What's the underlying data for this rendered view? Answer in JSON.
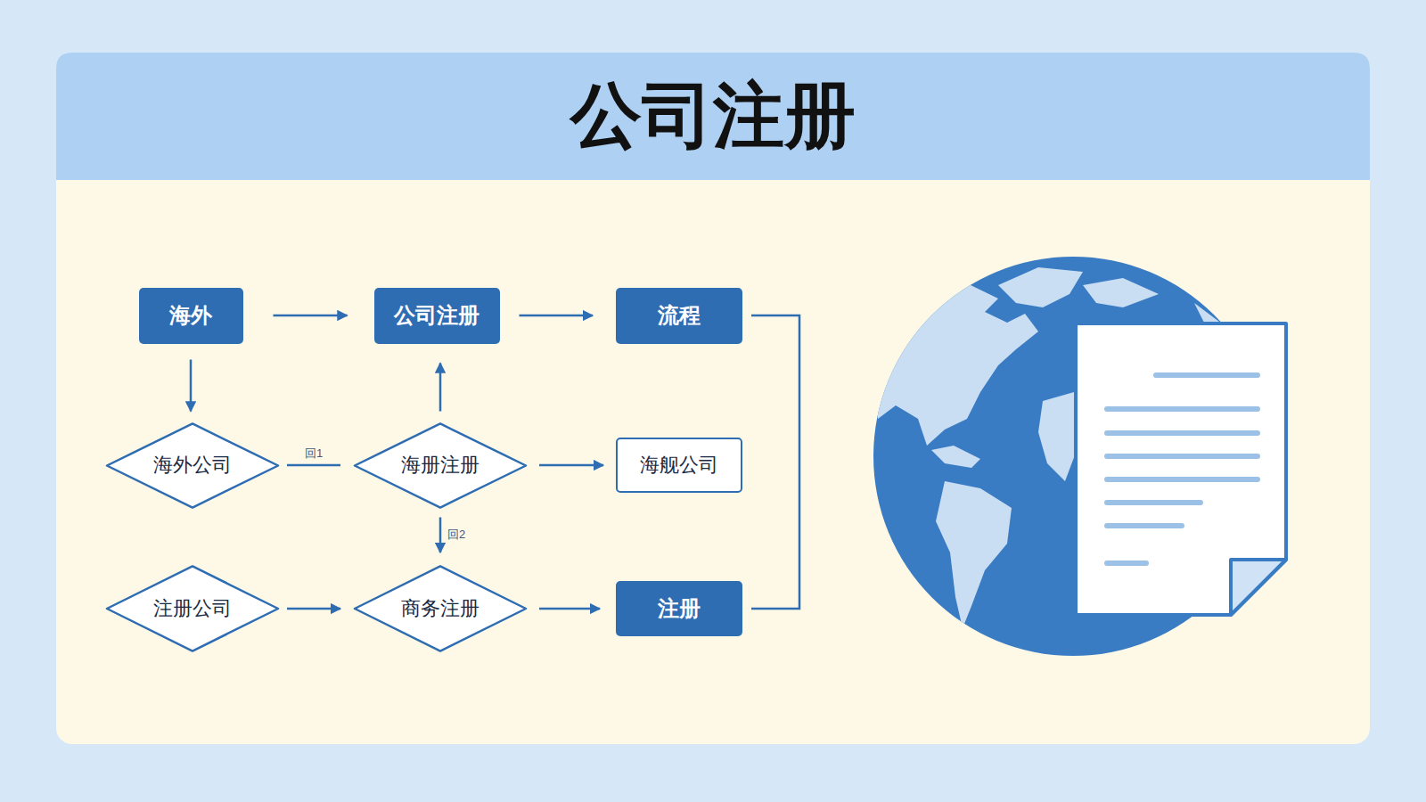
{
  "diagram": {
    "title": "公司注册",
    "nodes": [
      {
        "text": [
          "海外"
        ]
      },
      {
        "text": [
          "公司注册"
        ]
      },
      {
        "text": [
          "流程"
        ]
      },
      {
        "text": [
          "海外公司"
        ]
      },
      {
        "text": [
          "海册注册"
        ]
      },
      {
        "text": [
          "海舰公司"
        ]
      },
      {
        "text": [
          "注册公司"
        ]
      },
      {
        "text": [
          "商务注册"
        ]
      },
      {
        "text": [
          "注册"
        ]
      }
    ],
    "edges": [
      {
        "from": 0,
        "to": 1,
        "arrow": "to"
      },
      {
        "from": 1,
        "to": 2,
        "arrow": "to"
      },
      {
        "from": 0,
        "to": 3,
        "arrow": "to"
      },
      {
        "from": 4,
        "to": 1,
        "arrow": "to"
      },
      {
        "from": 3,
        "to": 4,
        "label": "回1",
        "arrow": "none"
      },
      {
        "from": 4,
        "to": 5,
        "arrow": "to"
      },
      {
        "from": 4,
        "to": 7,
        "label": "回2",
        "arrow": "to"
      },
      {
        "from": 6,
        "to": 7,
        "arrow": "to"
      },
      {
        "from": 7,
        "to": 8,
        "arrow": "to"
      },
      {
        "from": 2,
        "to": 8,
        "arrow": "none"
      }
    ]
  }
}
